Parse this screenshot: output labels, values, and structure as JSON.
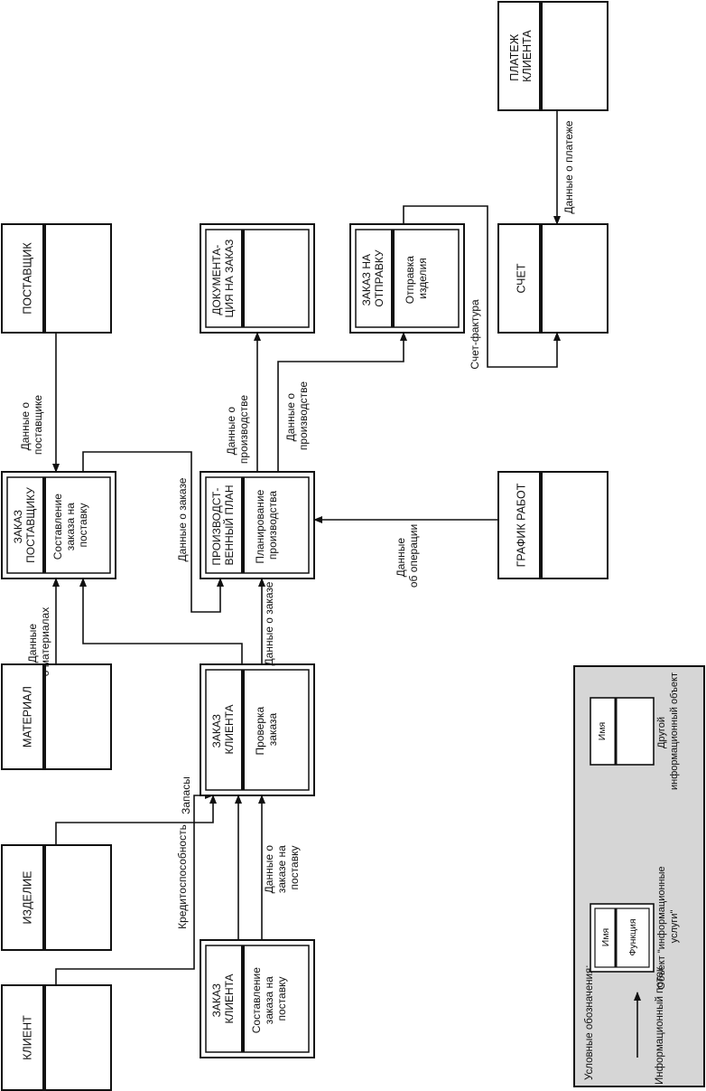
{
  "objects": {
    "klient": "КЛИЕНТ",
    "izdelie": "ИЗДЕЛИЕ",
    "material": "МАТЕРИАЛ",
    "postavshchik": "ПОСТАВЩИК",
    "grafik_rabot": "ГРАФИК РАБОТ",
    "schet": "СЧЕТ",
    "platezh_klienta": [
      "ПЛАТЕЖ",
      "КЛИЕНТА"
    ]
  },
  "services": {
    "zakaz_klienta_1": {
      "name": [
        "ЗАКАЗ",
        "КЛИЕНТА"
      ],
      "function": [
        "Составление",
        "заказа на",
        "поставку"
      ]
    },
    "zakaz_klienta_2": {
      "name": [
        "ЗАКАЗ",
        "КЛИЕНТА"
      ],
      "function": [
        "Проверка",
        "заказа"
      ]
    },
    "zakaz_postavshchiku": {
      "name": [
        "ЗАКАЗ",
        "ПОСТАВЩИКУ"
      ],
      "function": [
        "Составление",
        "заказа на",
        "поставку"
      ]
    },
    "proizvodstvennyi_plan": {
      "name": [
        "ПРОИЗВОДСТ-",
        "ВЕННЫЙ ПЛАН"
      ],
      "function": [
        "Планирование",
        "производства"
      ]
    },
    "dokumentatsiya": {
      "name": [
        "ДОКУМЕНТА-",
        "ЦИЯ НА ЗАКАЗ"
      ]
    },
    "zakaz_na_otpravku": {
      "name": [
        "ЗАКАЗ НА",
        "ОТПРАВКУ"
      ],
      "function": [
        "Отправка",
        "изделия"
      ]
    }
  },
  "flow_labels": {
    "kreditosposobnost": [
      "Кредитоспособность"
    ],
    "zapasy": [
      "Запасы"
    ],
    "dannye_o_materialakh": [
      "Данные",
      "о материалах"
    ],
    "dannye_o_postavshchike": [
      "Данные о",
      "поставщике"
    ],
    "dannye_o_zakaze_na_postavku": [
      "Данные о",
      "заказе на",
      "поставку"
    ],
    "dannye_o_zakaze_1": [
      "Данные о заказе"
    ],
    "dannye_o_zakaze_2": [
      "Данные о заказе"
    ],
    "dannye_o_proizvodstve_1": [
      "Данные о",
      "производстве"
    ],
    "dannye_o_proizvodstve_2": [
      "Данные о",
      "производстве"
    ],
    "dannye_ob_operatsii": [
      "Данные",
      "об операции"
    ],
    "schet_faktura": [
      "Счет-фактура"
    ],
    "dannye_o_platezhe": [
      "Данные о платеже"
    ]
  },
  "legend": {
    "title": "Условные обозначения:",
    "flow_label": "Информационный поток",
    "service_name": "Имя",
    "service_function": "Функция",
    "service_caption": [
      "Объект \"информационные",
      "услуги\""
    ],
    "object_name": "Имя",
    "object_caption": [
      "Другой",
      "информационный объект"
    ]
  },
  "colors": {
    "ink": "#111111",
    "legend_background": "#d6d6d6",
    "page_background": "#ffffff"
  }
}
